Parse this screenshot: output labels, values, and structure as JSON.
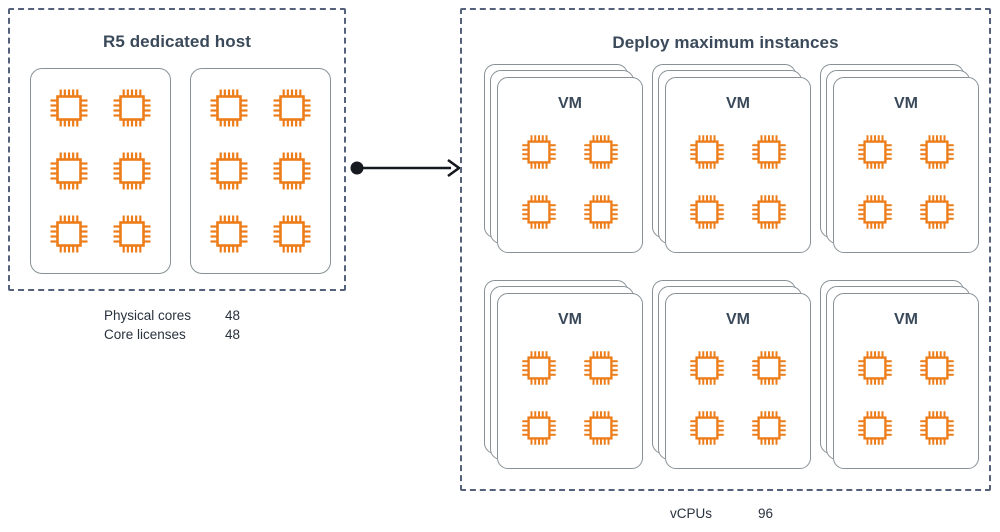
{
  "diagram": {
    "title_left": "R5 dedicated host",
    "title_right": "Deploy maximum instances",
    "accent_orange": "#ED7D1A",
    "panel_stroke": "#879196",
    "dashed_stroke": "#55617A",
    "text_color": "#3B4A5A"
  },
  "host": {
    "title": "R5 dedicated host",
    "sockets": [
      {
        "chip_count": 6,
        "chip_icon": "cpu-chip-icon"
      },
      {
        "chip_count": 6,
        "chip_icon": "cpu-chip-icon"
      }
    ],
    "metrics": [
      {
        "label": "Physical cores",
        "value": "48"
      },
      {
        "label": "Core licenses",
        "value": "48"
      }
    ]
  },
  "connector": {
    "icon": "arrow-right-icon",
    "start_marker": "dot"
  },
  "deploy": {
    "title": "Deploy maximum instances",
    "vms": [
      {
        "label": "VM",
        "stack_layers": 3,
        "chip_count": 4
      },
      {
        "label": "VM",
        "stack_layers": 3,
        "chip_count": 4
      },
      {
        "label": "VM",
        "stack_layers": 3,
        "chip_count": 4
      },
      {
        "label": "VM",
        "stack_layers": 3,
        "chip_count": 4
      },
      {
        "label": "VM",
        "stack_layers": 3,
        "chip_count": 4
      },
      {
        "label": "VM",
        "stack_layers": 3,
        "chip_count": 4
      }
    ],
    "metrics": [
      {
        "label": "vCPUs",
        "value": "96"
      }
    ]
  }
}
